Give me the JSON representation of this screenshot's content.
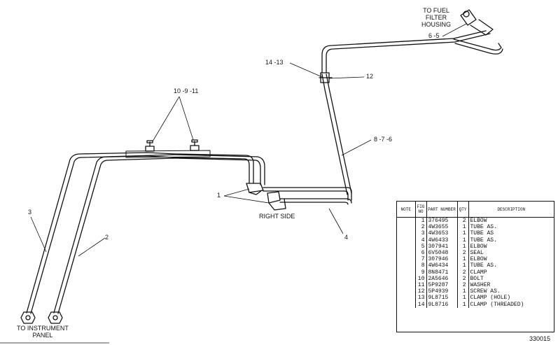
{
  "labels": {
    "fuel_filter": [
      "TO FUEL",
      "FILTER",
      "HOUSING"
    ],
    "instrument_panel": [
      "TO INSTRUMENT",
      "PANEL"
    ],
    "right_side": "RIGHT SIDE"
  },
  "callouts": {
    "c_6_5": "6 -5",
    "c_14_13": "14 -13",
    "c_12": "12",
    "c_10_9_11": "10 -9 -11",
    "c_8_7_6": "8 -7 -6",
    "c_1": "1",
    "c_4": "4",
    "c_3": "3",
    "c_2": "2"
  },
  "table": {
    "headers": [
      "NOTE",
      "FIG NO",
      "PART NUMBER",
      "QTY",
      "DESCRIPTION"
    ],
    "rows": [
      {
        "fig": "1",
        "part": "376495",
        "qty": "2",
        "desc": "ELBOW"
      },
      {
        "fig": "2",
        "part": "4W3655",
        "qty": "1",
        "desc": "TUBE AS."
      },
      {
        "fig": "3",
        "part": "4W3653",
        "qty": "1",
        "desc": "TUBE AS"
      },
      {
        "fig": "4",
        "part": "4W6433",
        "qty": "1",
        "desc": "TUBE AS."
      },
      {
        "fig": "5",
        "part": "307941",
        "qty": "1",
        "desc": "ELBOW"
      },
      {
        "fig": "6",
        "part": "6V5048",
        "qty": "2",
        "desc": "SEAL"
      },
      {
        "fig": "7",
        "part": "307946",
        "qty": "1",
        "desc": "ELBOW"
      },
      {
        "fig": "8",
        "part": "4W6434",
        "qty": "1",
        "desc": "TUBE AS."
      },
      {
        "fig": "9",
        "part": "8N8471",
        "qty": "2",
        "desc": "CLAMP"
      },
      {
        "fig": "10",
        "part": "2A5646",
        "qty": "2",
        "desc": "BOLT"
      },
      {
        "fig": "11",
        "part": "5P9287",
        "qty": "2",
        "desc": "WASHER"
      },
      {
        "fig": "12",
        "part": "5P4939",
        "qty": "1",
        "desc": "SCREW AS."
      },
      {
        "fig": "13",
        "part": "9L8715",
        "qty": "1",
        "desc": "CLAMP (HOLE)"
      },
      {
        "fig": "14",
        "part": "9L8716",
        "qty": "1",
        "desc": "CLAMP (THREADED)"
      }
    ]
  },
  "figure_number": "330015"
}
